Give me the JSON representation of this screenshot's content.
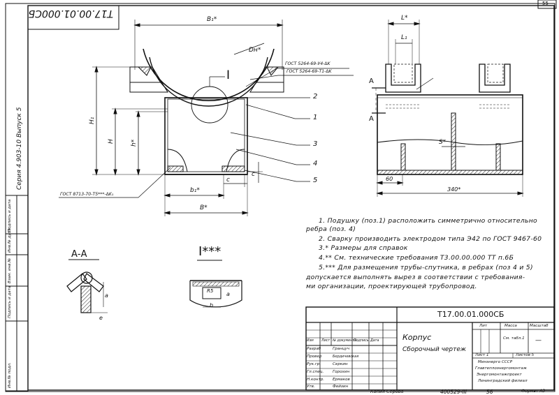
{
  "page_number": "55",
  "stamp_code_rotated": "Т17.00.01.000СБ",
  "series_label": "Серия 4.903-10  Выпуск 5",
  "main_view": {
    "dims": {
      "b1": "B₁*",
      "dn": "Dн*",
      "h1": "H₁",
      "h": "H",
      "h_star": "h*",
      "c": "c",
      "b1_small": "b₁*",
      "b": "B*"
    },
    "gost_weld_1": "ГОСТ 5264-69-У4-∆K",
    "gost_weld_2": "ГОСТ 5264-69-Т1-∆K",
    "gost_weld_3": "ГОСТ 8713-70-Т5***-∆K₁",
    "view_mark": "I",
    "positions": [
      "2",
      "1",
      "3",
      "4",
      "5"
    ]
  },
  "side_view": {
    "dims": {
      "l": "L*",
      "l1": "L₁",
      "s": "S*",
      "d60": "60",
      "d340": "340*"
    },
    "section_mark": "А"
  },
  "section_aa": {
    "title": "А-А",
    "dim_a": "a",
    "dim_e": "e"
  },
  "detail_i": {
    "title": "I***",
    "dim_r": "R5",
    "dim_b": "b",
    "dim_a": "a"
  },
  "notes": [
    "1. Подушку (поз.1) расположить симметрично относительно",
    "ребра (поз. 4)",
    "2. Сварку производить электродом типа Э42 по ГОСТ 9467-60",
    "3.* Размеры для справок",
    "4.** См. технические требования Т3.00.00.000 ТТ п.6Б",
    "5.*** Для размещения трубы-спутника, в ребрах (поз 4 и 5)",
    "допускается выполнять вырез в соответствии с требования-",
    "ми организации, проектирующей трубопровод."
  ],
  "title_block": {
    "code": "Т17.00.01.000СБ",
    "name": "Корпус",
    "subtitle": "Сборочный чертеж",
    "col_lit": "Лит",
    "col_mass": "Масса",
    "col_scale": "Масштаб",
    "mass_val": "См. табл.1",
    "scale_val": "—",
    "sheet": "Лист 1",
    "sheets": "Листов 5",
    "org_lines": [
      "Минэнерго СССР",
      "Главтеплоэнергомонтаж",
      "Энергомонтажпроект",
      "Ленинградский филиал"
    ],
    "header": [
      "Изм",
      "Лист",
      "№ документа",
      "Подпись",
      "Дата"
    ],
    "roles": [
      {
        "role": "Разраб",
        "name": "Гранцуч"
      },
      {
        "role": "Провер",
        "name": "Бердичевская"
      },
      {
        "role": "Рук.гр.",
        "name": "Серкин"
      },
      {
        "role": "Гл.спец.",
        "name": "Горохин"
      },
      {
        "role": "Н.контр.",
        "name": "Ермаков"
      },
      {
        "role": "Утв.",
        "name": "Фейзин"
      }
    ]
  },
  "left_strip": [
    "Инв.№ подл.",
    "Подпись и дата",
    "Взам. инв.№",
    "Инв.№ дубл.",
    "Подпись и дата"
  ],
  "bottom_line": {
    "copied": "Копия Серова",
    "doc": "400529-III",
    "page": "56",
    "format": "Формат А3"
  }
}
